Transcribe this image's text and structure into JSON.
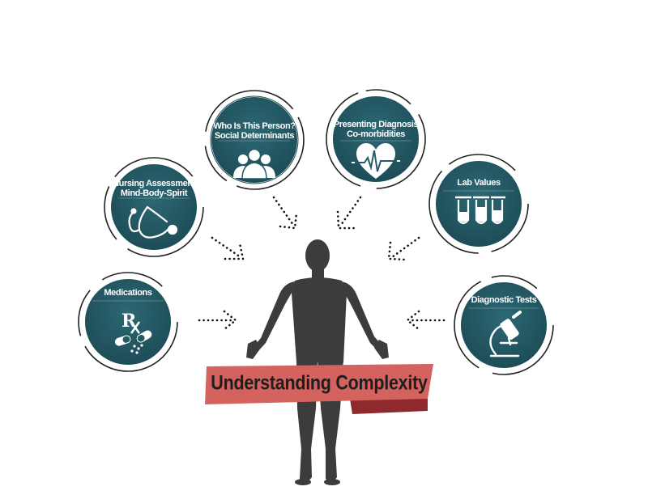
{
  "banner": {
    "text": "Understanding Complexity"
  },
  "nodes": {
    "who": {
      "line1": "Who Is This Person?",
      "line2": "Social Determinants",
      "icon": "people-group-icon"
    },
    "presenting": {
      "line1": "Presenting Diagnosis",
      "line2": "Co-morbidities",
      "icon": "heart-ecg-icon"
    },
    "nursing": {
      "line1": "Nursing Assessment",
      "line2": "Mind-Body-Spirit",
      "icon": "stethoscope-icon"
    },
    "lab": {
      "line1": "Lab Values",
      "icon": "test-tubes-icon"
    },
    "medications": {
      "line1": "Medications",
      "icon": "rx-pills-icon"
    },
    "diagnostic": {
      "line1": "Diagnostic Tests",
      "icon": "microscope-icon"
    }
  },
  "colors": {
    "circle": "#245a65",
    "circle_dark": "#1c4a54",
    "banner": "#d4625f",
    "banner_fold": "#8e2a2d",
    "figure": "#3c3c3c"
  }
}
